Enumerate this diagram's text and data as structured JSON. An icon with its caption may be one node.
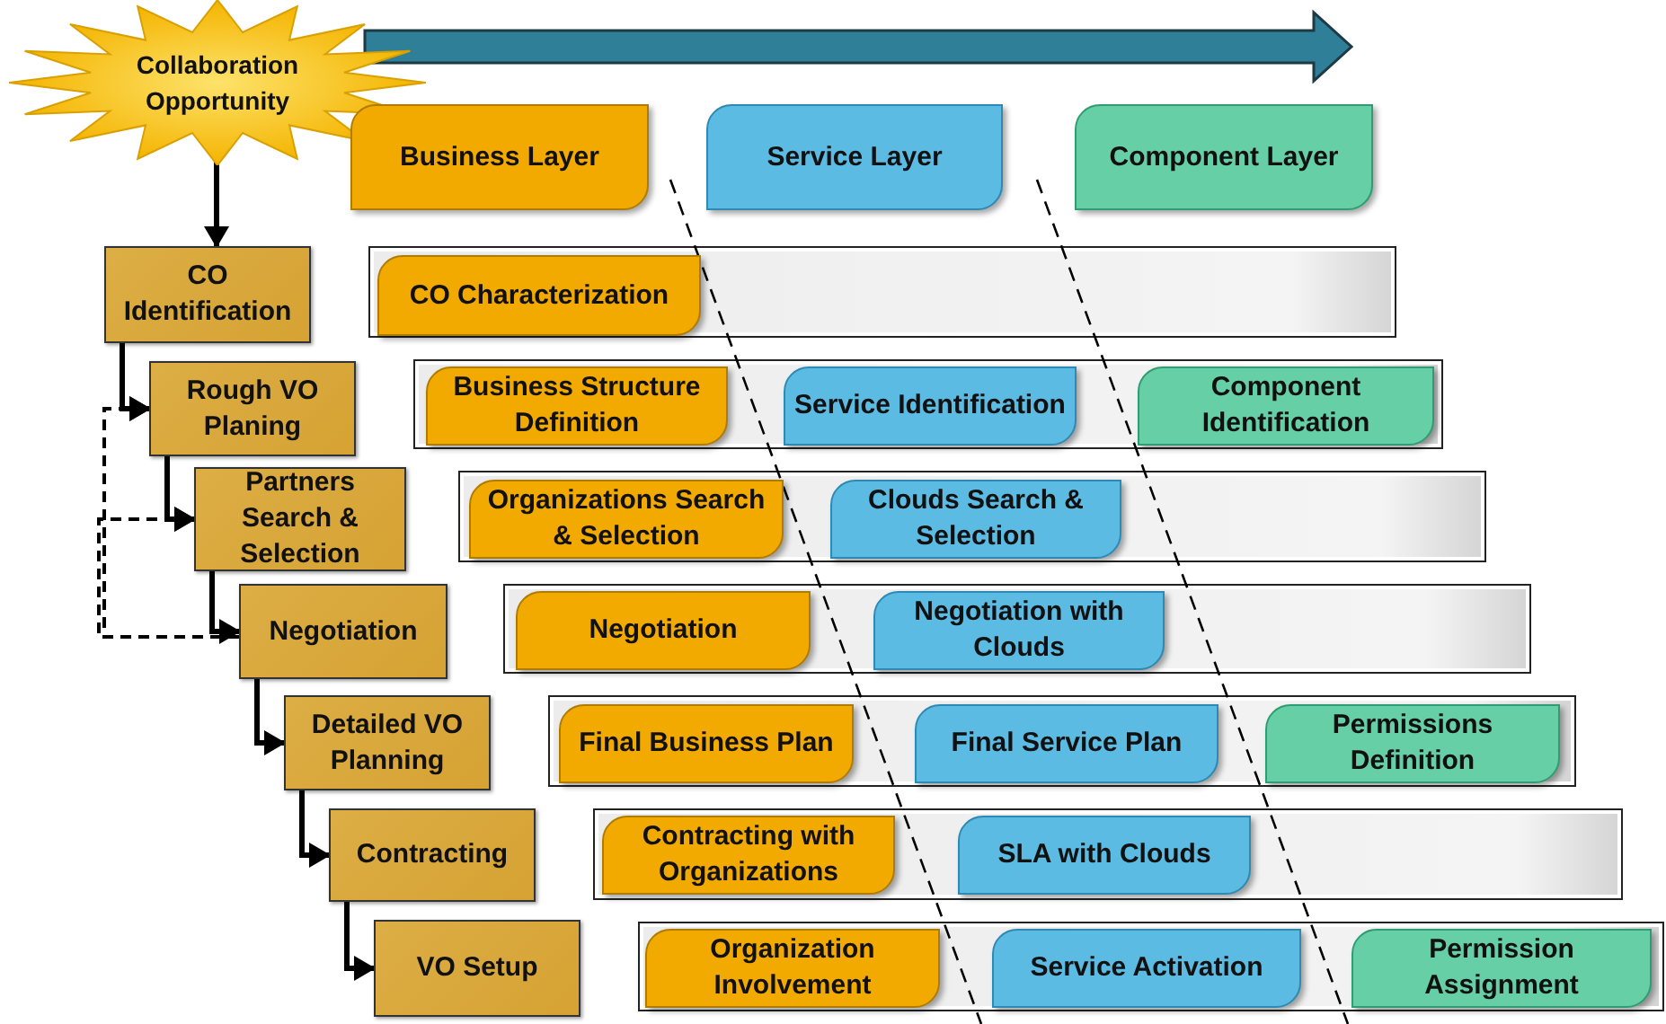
{
  "diagram": {
    "nodes": [
      {
        "text": [
          "Collaboration Opportunity"
        ]
      },
      {
        "text": [
          "Business Layer"
        ]
      },
      {
        "text": [
          "Service Layer"
        ]
      },
      {
        "text": [
          "Component Layer"
        ]
      },
      {
        "text": [
          "CO Identification"
        ]
      },
      {
        "text": [
          "Rough VO Planing"
        ]
      },
      {
        "text": [
          "Partners Search & Selection"
        ]
      },
      {
        "text": [
          "Negotiation"
        ]
      },
      {
        "text": [
          "Detailed VO Planning"
        ]
      },
      {
        "text": [
          "Contracting"
        ]
      },
      {
        "text": [
          "VO Setup"
        ]
      },
      {
        "text": [],
        "shape": "box"
      },
      {
        "text": [
          "CO Characterization"
        ],
        "in": 11
      },
      {
        "text": [],
        "shape": "box"
      },
      {
        "text": [
          "Business Structure Definition"
        ],
        "in": 13
      },
      {
        "text": [
          "Service Identification"
        ],
        "in": 13
      },
      {
        "text": [
          "Component Identification"
        ],
        "in": 13
      },
      {
        "text": [],
        "shape": "box"
      },
      {
        "text": [
          "Organizations Search & Selection"
        ],
        "in": 17
      },
      {
        "text": [
          "Clouds Search & Selection"
        ],
        "in": 17
      },
      {
        "text": [],
        "shape": "box"
      },
      {
        "text": [
          "Negotiation"
        ],
        "in": 20
      },
      {
        "text": [
          "Negotiation with Clouds"
        ],
        "in": 20
      },
      {
        "text": [],
        "shape": "box"
      },
      {
        "text": [
          "Final Business Plan"
        ],
        "in": 23
      },
      {
        "text": [
          "Final Service Plan"
        ],
        "in": 23
      },
      {
        "text": [
          "Permissions Definition"
        ],
        "in": 23
      },
      {
        "text": [],
        "shape": "box"
      },
      {
        "text": [
          "Contracting with Organizations"
        ],
        "in": 27
      },
      {
        "text": [
          "SLA with Clouds"
        ],
        "in": 27
      },
      {
        "text": [],
        "shape": "box"
      },
      {
        "text": [
          "Organization Involvement"
        ],
        "in": 30
      },
      {
        "text": [
          "Service Activation"
        ],
        "in": 30
      },
      {
        "text": [
          "Permission Assignment"
        ],
        "in": 30
      }
    ],
    "edges": [
      {
        "from": 0,
        "to": 4,
        "arrow": "to"
      },
      {
        "from": 4,
        "to": 5,
        "arrow": "to"
      },
      {
        "from": 5,
        "to": 6,
        "arrow": "to"
      },
      {
        "from": 6,
        "to": 7,
        "arrow": "to"
      },
      {
        "from": 7,
        "to": 8,
        "arrow": "to"
      },
      {
        "from": 8,
        "to": 9,
        "arrow": "to"
      },
      {
        "from": 9,
        "to": 10,
        "arrow": "to"
      },
      {
        "from": 7,
        "to": 6,
        "arrow": "to",
        "style": "dashed"
      },
      {
        "from": 7,
        "to": 5,
        "arrow": "to",
        "style": "dashed"
      }
    ]
  }
}
